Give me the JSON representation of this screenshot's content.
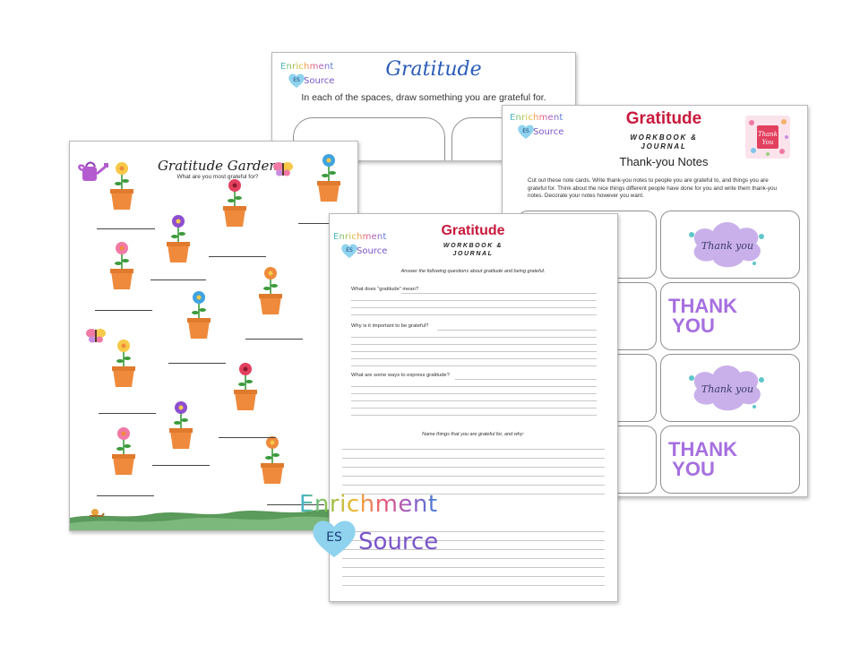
{
  "page_c": {
    "title": "Gratitude",
    "instruction": "In each of the spaces, draw something you are grateful for."
  },
  "page_d": {
    "title": "Gratitude",
    "subtitle_line1": "WORKBOOK &",
    "subtitle_line2": "JOURNAL",
    "heading": "Thank-you Notes",
    "paragraph": "Cut out these note cards.  Write thank-you notes to people you are grateful to, and things you are grateful for.  Think about the nice things different people have done for you and write them thank-you notes.  Decorate your notes however you want.",
    "card_labels": [
      "Thank you",
      "THANK YOU",
      "Thank you",
      "THANK YOU"
    ],
    "sticker_text": "Thank You"
  },
  "page_a": {
    "title": "Gratitude Garden",
    "subtitle": "What are you most grateful for?"
  },
  "page_b": {
    "title": "Gratitude",
    "subtitle_line1": "WORKBOOK &",
    "subtitle_line2": "JOURNAL",
    "intro": "Answer the following questions about gratitude and being grateful.",
    "questions": [
      "What does “gratitude” mean?",
      "Why is it important to be grateful?",
      "What are some ways to express gratitude?"
    ],
    "prompt": "Name things that you are grateful for, and why:"
  },
  "brand": {
    "word1": "Enrichment",
    "word2": "Source",
    "badge": "ES"
  },
  "colors": {
    "gratitude_red": "#c8193c",
    "gratitude_blue": "#2a5bb8",
    "pot": "#ef8a3c",
    "heart": "#8fd3ee",
    "brand_purple": "#7a55c9"
  }
}
